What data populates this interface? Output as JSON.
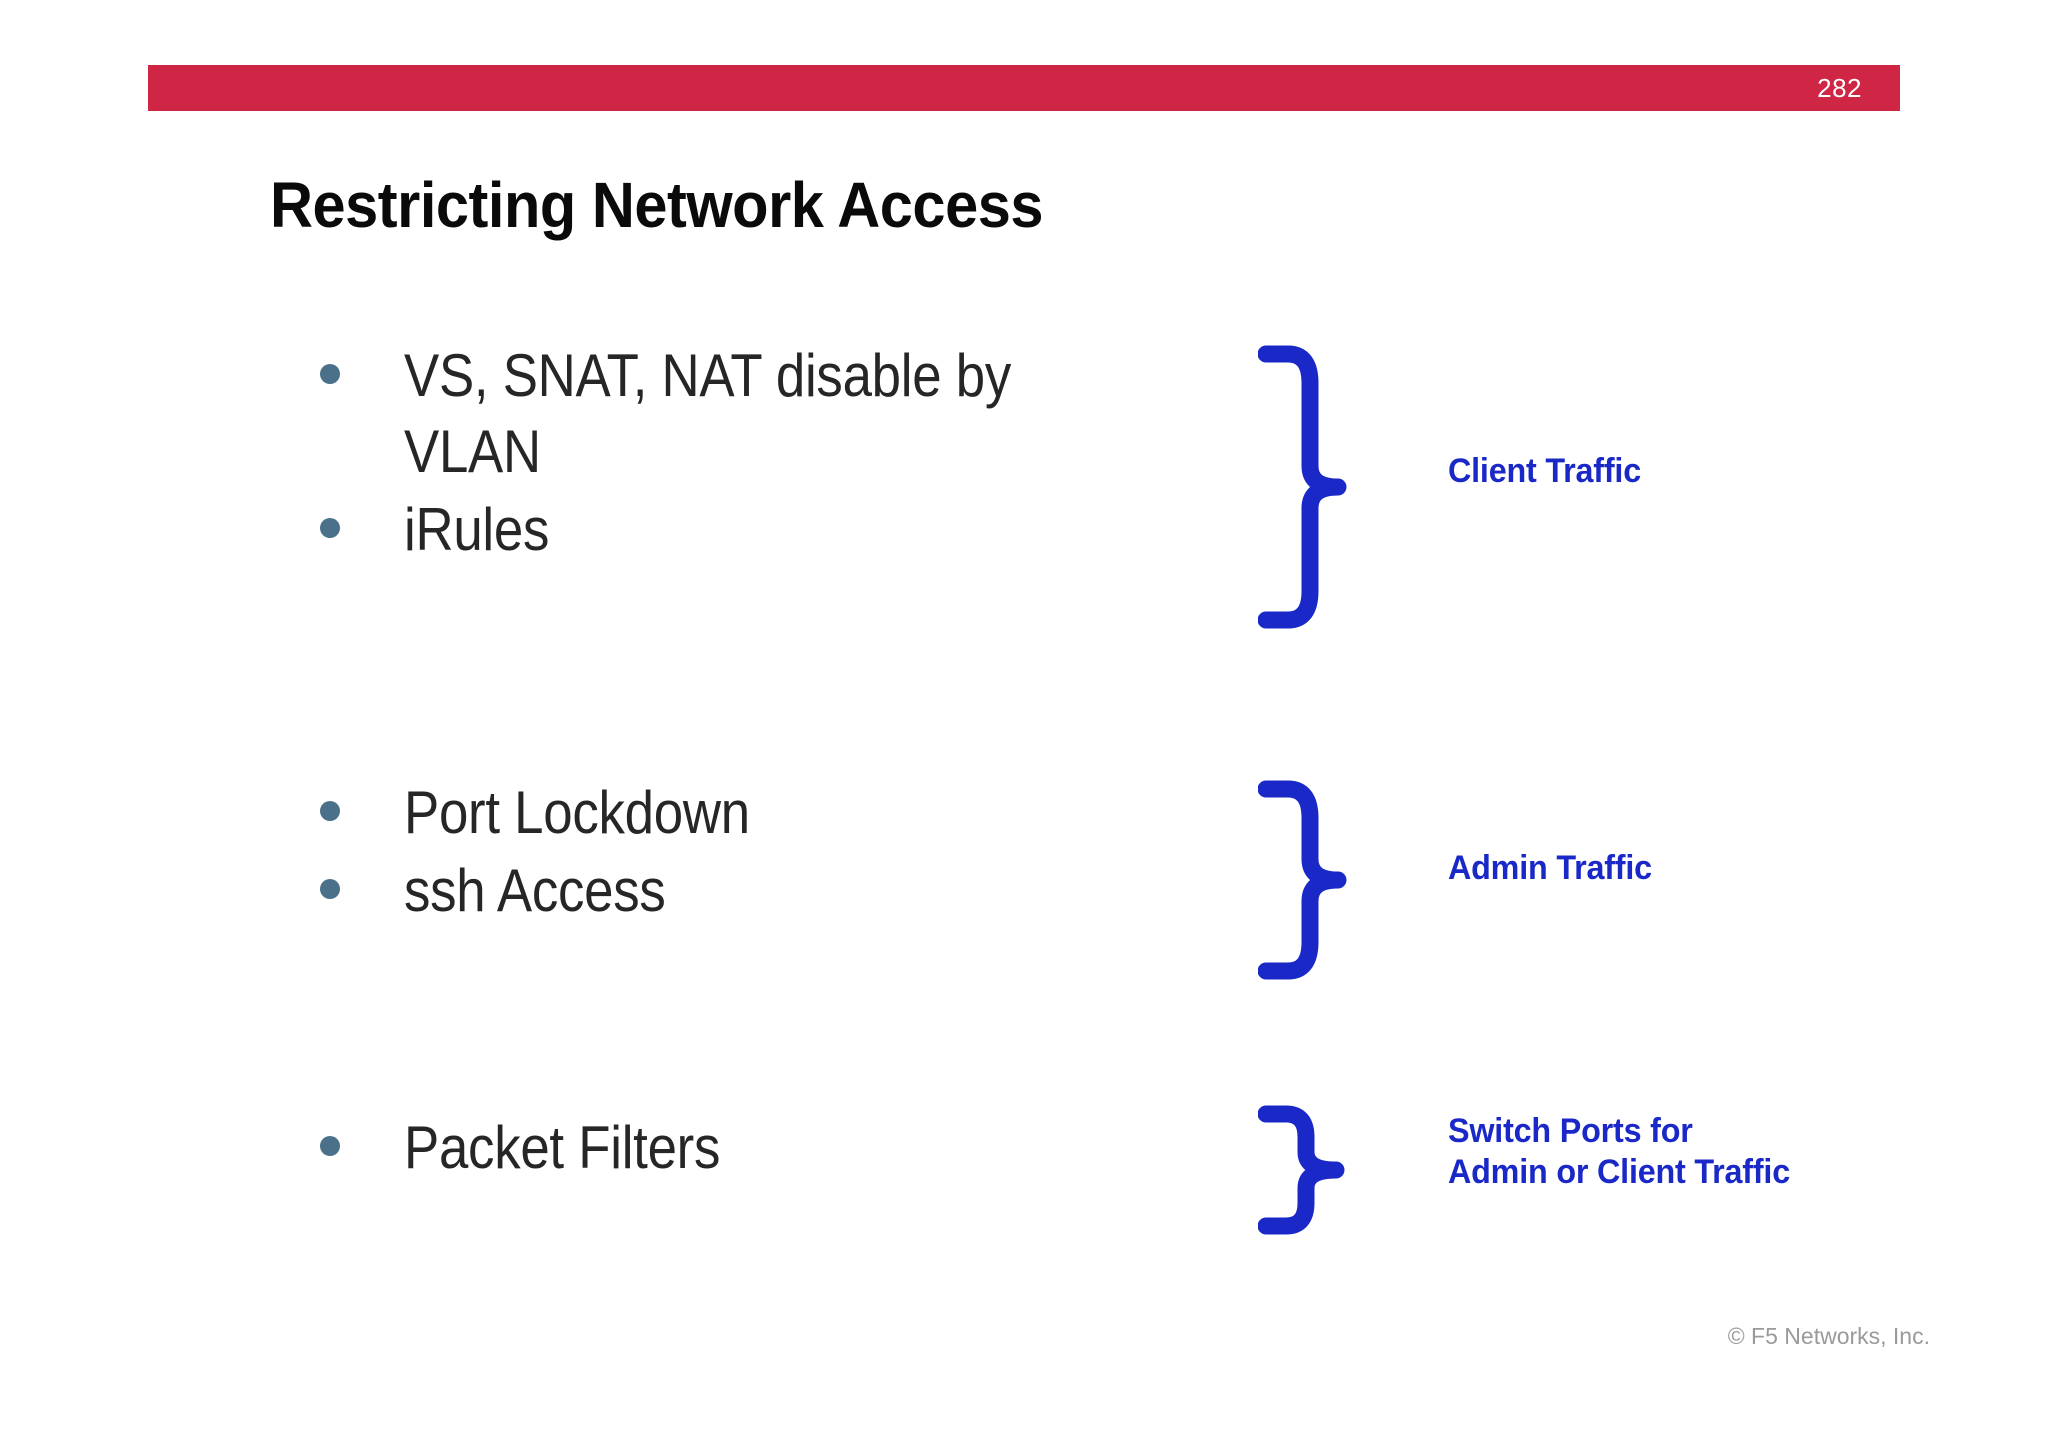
{
  "header": {
    "page_number": "282",
    "band_color": "#ce2644"
  },
  "title": "Restricting Network Access",
  "theme": {
    "bullet_dot_color": "#4a7189",
    "bullet_text_color": "#262626",
    "brace_color": "#1a28c8",
    "annotation_text_color": "#1a28c8",
    "footer_text_color": "#9a9a9a"
  },
  "content": {
    "groups": [
      {
        "id": "client-traffic",
        "bullets": [
          "VS, SNAT, NAT disable by VLAN",
          "iRules"
        ],
        "annotation": "Client Traffic"
      },
      {
        "id": "admin-traffic",
        "bullets": [
          "Port Lockdown",
          "ssh Access"
        ],
        "annotation": "Admin Traffic"
      },
      {
        "id": "switch-ports",
        "bullets": [
          "Packet Filters"
        ],
        "annotation_line1": "Switch Ports for",
        "annotation_line2": "Admin or Client Traffic"
      }
    ]
  },
  "footer": {
    "copyright": "© F5 Networks, Inc."
  }
}
